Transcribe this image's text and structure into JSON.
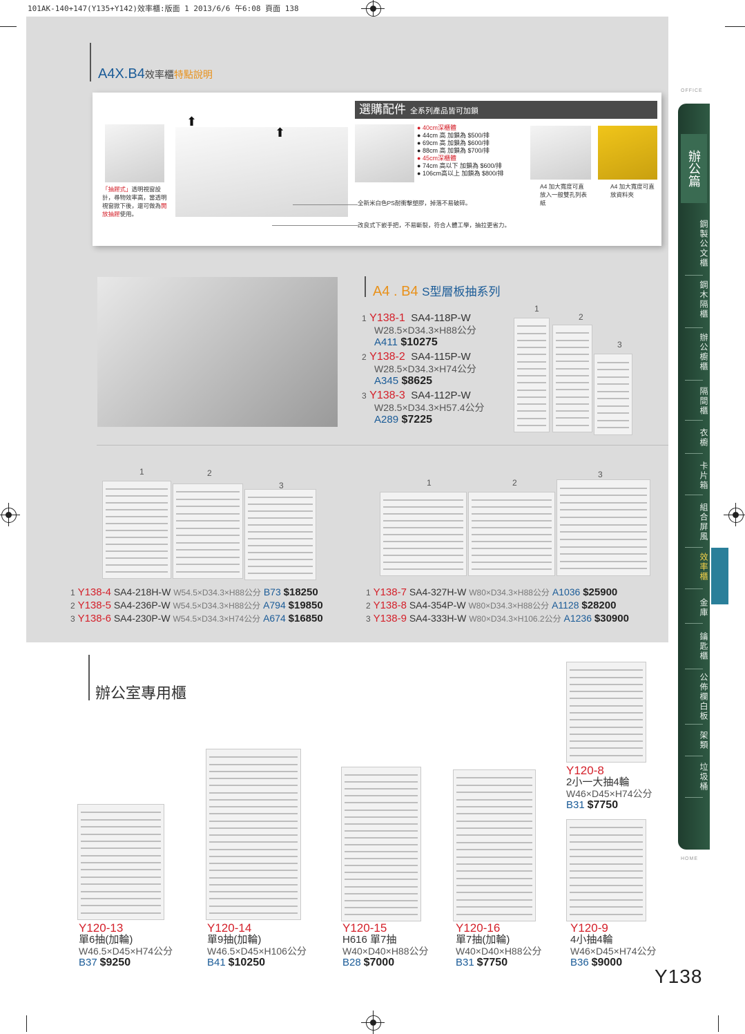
{
  "print_header": "101AK-140+147(Y135+Y142)效率櫃:版面 1  2013/6/6  午6:08  頁面 138",
  "section1": {
    "title_main": "A4X.B4",
    "title_sub1": "效率櫃",
    "title_sub2": "特點說明"
  },
  "features": {
    "accessory_title": "選購配件",
    "accessory_sub": "全系列產品皆可加鎖",
    "price_lines": [
      {
        "text": "40cm深櫃體",
        "red": true
      },
      {
        "text": "44cm 高 加鎖為 $500/排",
        "red": false
      },
      {
        "text": "69cm 高 加鎖為 $600/排",
        "red": false
      },
      {
        "text": "88cm 高 加鎖為 $700/排",
        "red": false
      },
      {
        "text": "45cm深櫃體",
        "red": true
      },
      {
        "text": "74cm 高以下 加鎖為 $600/排",
        "red": false
      },
      {
        "text": "106cm高以上 加鎖為 $800/排",
        "red": false
      }
    ],
    "note_drawer_red": "「抽屜式」",
    "note_drawer_rest": "透明視窗設計，尋物效率高，當透明視窗掀下後，還可做為",
    "note_drawer_red2": "開放抽屜",
    "note_drawer_end": "使用。",
    "note_wall": "全新米白色PS耐衝擊塑膠，掉落不易破碎。",
    "note_handle": "改良式下嵌手把，不易斷裂，符合人體工學，抽拉更省力。",
    "note_a4wide1": "A4 加大寬度可直放入一般雙孔列表紙",
    "note_a4wide2": "A4 加大寬度可直放資料夾"
  },
  "section2": {
    "title_main": "A4 . B4",
    "title_sub": "S型層板抽系列",
    "products": [
      {
        "num": "1",
        "code": "Y138-1",
        "model": "SA4-118P-W",
        "dim": "W28.5×D34.3×H88公分",
        "bcode": "A411",
        "price": "$10275"
      },
      {
        "num": "2",
        "code": "Y138-2",
        "model": "SA4-115P-W",
        "dim": "W28.5×D34.3×H74公分",
        "bcode": "A345",
        "price": "$8625"
      },
      {
        "num": "3",
        "code": "Y138-3",
        "model": "SA4-112P-W",
        "dim": "W28.5×D34.3×H57.4公分",
        "bcode": "A289",
        "price": "$7225"
      }
    ],
    "labels": [
      "1",
      "2",
      "3"
    ]
  },
  "rows_left": [
    {
      "num": "1",
      "code": "Y138-4",
      "model": "SA4-218H-W",
      "dim": "W54.5×D34.3×H88公分",
      "bcode": "B73",
      "price": "$18250"
    },
    {
      "num": "2",
      "code": "Y138-5",
      "model": "SA4-236P-W",
      "dim": "W54.5×D34.3×H88公分",
      "bcode": "A794",
      "price": "$19850"
    },
    {
      "num": "3",
      "code": "Y138-6",
      "model": "SA4-230P-W",
      "dim": "W54.5×D34.3×H74公分",
      "bcode": "A674",
      "price": "$16850"
    }
  ],
  "rows_right": [
    {
      "num": "1",
      "code": "Y138-7",
      "model": "SA4-327H-W",
      "dim": "W80×D34.3×H88公分",
      "bcode": "A1036",
      "price": "$25900"
    },
    {
      "num": "2",
      "code": "Y138-8",
      "model": "SA4-354P-W",
      "dim": "W80×D34.3×H88公分",
      "bcode": "A1128",
      "price": "$28200"
    },
    {
      "num": "3",
      "code": "Y138-9",
      "model": "SA4-333H-W",
      "dim": "W80×D34.3×H106.2公分",
      "bcode": "A1236",
      "price": "$30900"
    }
  ],
  "cabinet_labels_left": [
    "1",
    "2",
    "3"
  ],
  "cabinet_labels_right": [
    "1",
    "2",
    "3"
  ],
  "section3": {
    "title": "辦公室專用櫃"
  },
  "office_products": [
    {
      "code": "Y120-13",
      "desc": "單6抽(加輪)",
      "dim": "W46.5×D45×H74公分",
      "bcode": "B37",
      "price": "$9250"
    },
    {
      "code": "Y120-14",
      "desc": "單9抽(加輪)",
      "dim": "W46.5×D45×H106公分",
      "bcode": "B41",
      "price": "$10250"
    },
    {
      "code": "Y120-15",
      "desc": "H616 單7抽",
      "dim": "W40×D40×H88公分",
      "bcode": "B28",
      "price": "$7000"
    },
    {
      "code": "Y120-16",
      "desc": "單7抽(加輪)",
      "dim": "W40×D40×H88公分",
      "bcode": "B31",
      "price": "$7750"
    },
    {
      "code": "Y120-9",
      "desc": "4小抽4輪",
      "dim": "W46×D45×H74公分",
      "bcode": "B36",
      "price": "$9000"
    },
    {
      "code": "Y120-8",
      "desc": "2小一大抽4輪",
      "dim": "W46×D45×H74公分",
      "bcode": "B31",
      "price": "$7750"
    }
  ],
  "sidebar": {
    "office_word": "OFFICE",
    "home_word": "HOME",
    "big": "辦公篇",
    "items": [
      "鋼製公文櫃",
      "鋼木隔櫃",
      "辦公櫥櫃",
      "隔間櫃",
      "衣櫥",
      "卡片箱",
      "組合屏風",
      "效率櫃",
      "金庫",
      "鑰匙櫃",
      "公佈欄白板",
      "架類",
      "垃圾桶"
    ]
  },
  "page_number": "Y138",
  "colors": {
    "accent_red": "#d4202a",
    "accent_blue": "#1a5b97",
    "sidebar_green": "#2f5a44",
    "marker_blue": "#2a7f9a"
  }
}
